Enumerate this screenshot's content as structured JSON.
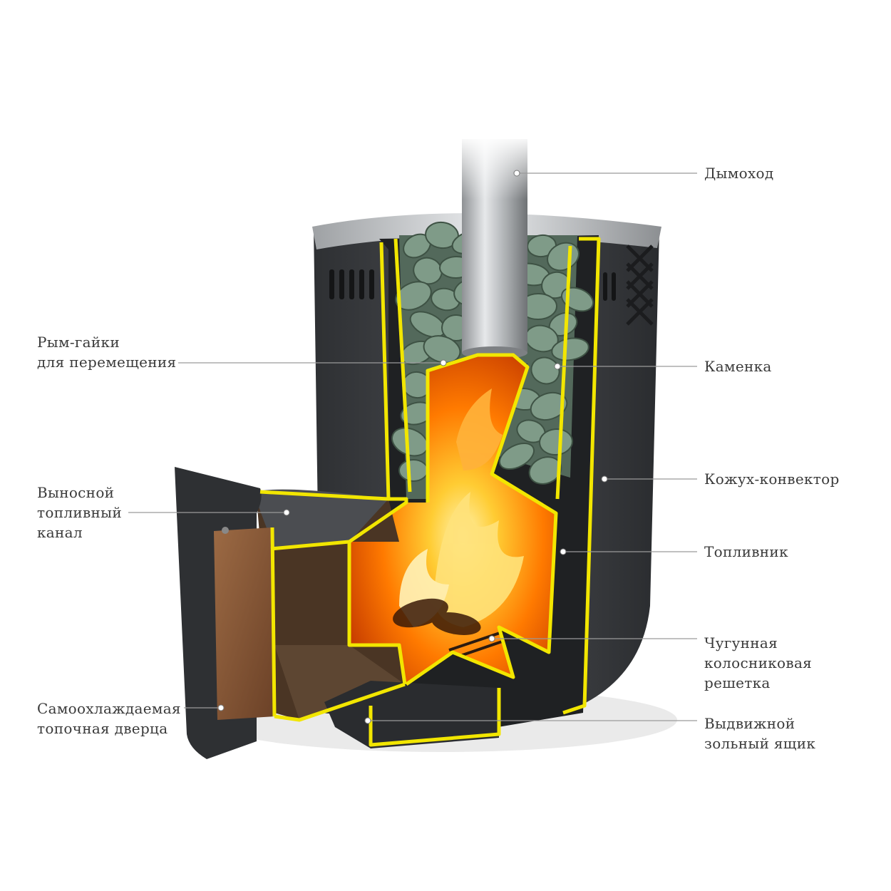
{
  "diagram": {
    "callouts": [
      {
        "id": "chimney",
        "lines": [
          "Дымоход"
        ]
      },
      {
        "id": "lifting-nuts",
        "lines": [
          "Рым-гайки",
          "для перемещения"
        ]
      },
      {
        "id": "stone-heater",
        "lines": [
          "Каменка"
        ]
      },
      {
        "id": "convector-casing",
        "lines": [
          "Кожух-конвектор"
        ]
      },
      {
        "id": "remote-fuel-channel",
        "lines": [
          "Выносной",
          "топливный",
          "канал"
        ]
      },
      {
        "id": "firebox",
        "lines": [
          "Топливник"
        ]
      },
      {
        "id": "cast-iron-grate",
        "lines": [
          "Чугунная",
          "колосниковая",
          "решетка"
        ]
      },
      {
        "id": "self-cooling-door",
        "lines": [
          "Самоохлаждаемая",
          "топочная дверца"
        ]
      },
      {
        "id": "ash-drawer",
        "lines": [
          "Выдвижной",
          "зольный ящик"
        ]
      }
    ],
    "colors": {
      "body": "#3d3f42",
      "body_dark": "#26282a",
      "outline": "#f2e600",
      "fire": "#ff7a00",
      "stones": "#7f9b88",
      "pipe": "#b9bcbf",
      "glass": "#8a5a36",
      "leader": "#9a9a9a",
      "text": "#3a3a3a"
    }
  }
}
